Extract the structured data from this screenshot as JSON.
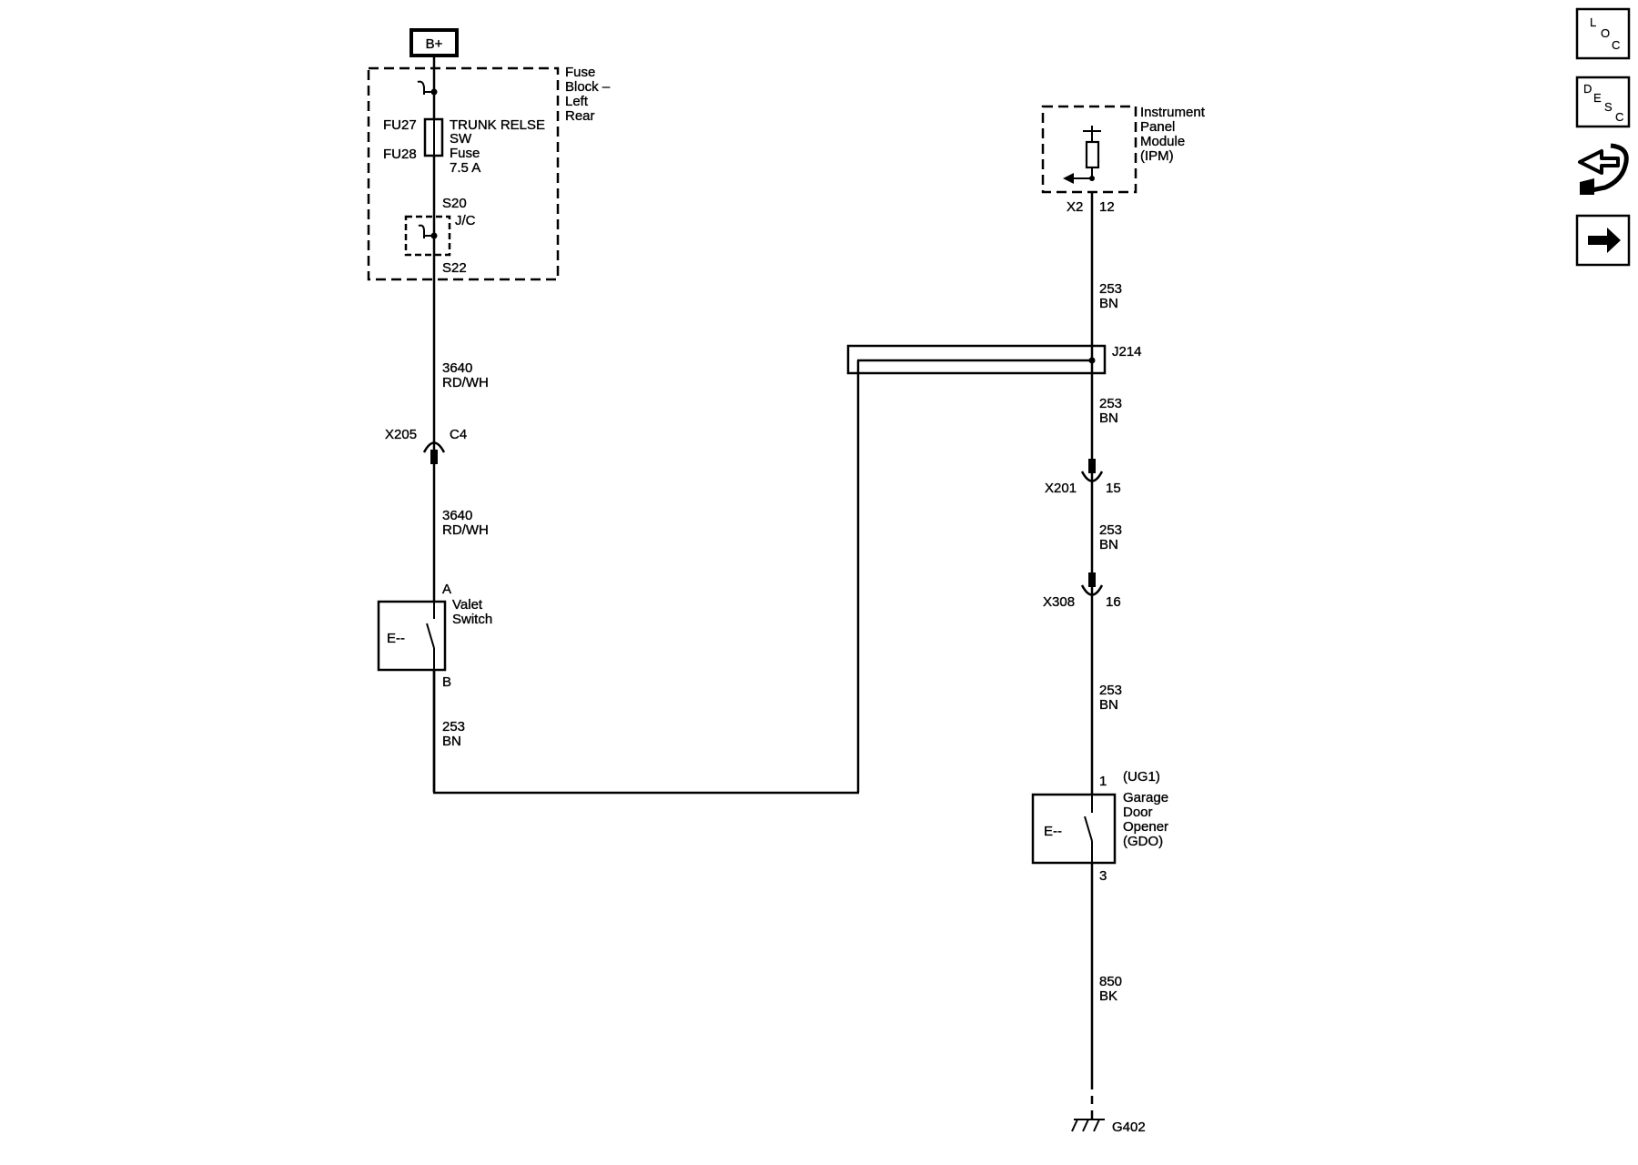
{
  "power": {
    "b_plus": "B+"
  },
  "fuse_block": {
    "name_lines": [
      "Fuse",
      "Block –",
      "Left",
      "Rear"
    ],
    "fuse_ids": [
      "FU27",
      "FU28"
    ],
    "fuse_label_lines": [
      "TRUNK RELSE",
      "SW",
      "Fuse",
      "7.5 A"
    ],
    "splice_top": "S20",
    "jc": "J/C",
    "splice_bottom": "S22"
  },
  "left_circuit": {
    "wire_upper": {
      "circuit": "3640",
      "color": "RD/WH"
    },
    "connector": {
      "id": "X205",
      "pin": "C4"
    },
    "wire_lower": {
      "circuit": "3640",
      "color": "RD/WH"
    },
    "valet_switch": {
      "pin_top": "A",
      "pin_bottom": "B",
      "name_lines": [
        "Valet",
        "Switch"
      ],
      "symbol": "E--"
    },
    "wire_out": {
      "circuit": "253",
      "color": "BN"
    }
  },
  "ipm": {
    "name_lines": [
      "Instrument",
      "Panel",
      "Module",
      "(IPM)"
    ],
    "connector": "X2",
    "pin": "12"
  },
  "right_circuit": {
    "wire_1": {
      "circuit": "253",
      "color": "BN"
    },
    "splice_pack": "J214",
    "wire_2": {
      "circuit": "253",
      "color": "BN"
    },
    "x201": {
      "id": "X201",
      "pin": "15"
    },
    "wire_3": {
      "circuit": "253",
      "color": "BN"
    },
    "x308": {
      "id": "X308",
      "pin": "16"
    },
    "wire_4": {
      "circuit": "253",
      "color": "BN"
    },
    "gdo": {
      "pin_top": "1",
      "pin_bottom": "3",
      "option": "(UG1)",
      "name_lines": [
        "Garage",
        "Door",
        "Opener",
        "(GDO)"
      ],
      "symbol": "E--"
    },
    "wire_ground": {
      "circuit": "850",
      "color": "BK"
    },
    "ground": "G402"
  },
  "nav": {
    "loc": [
      "L",
      "O",
      "C"
    ],
    "desc": [
      "D",
      "E",
      "S",
      "C"
    ],
    "connector_icon": "connector-end-view-icon",
    "next_icon": "right-arrow-icon"
  }
}
